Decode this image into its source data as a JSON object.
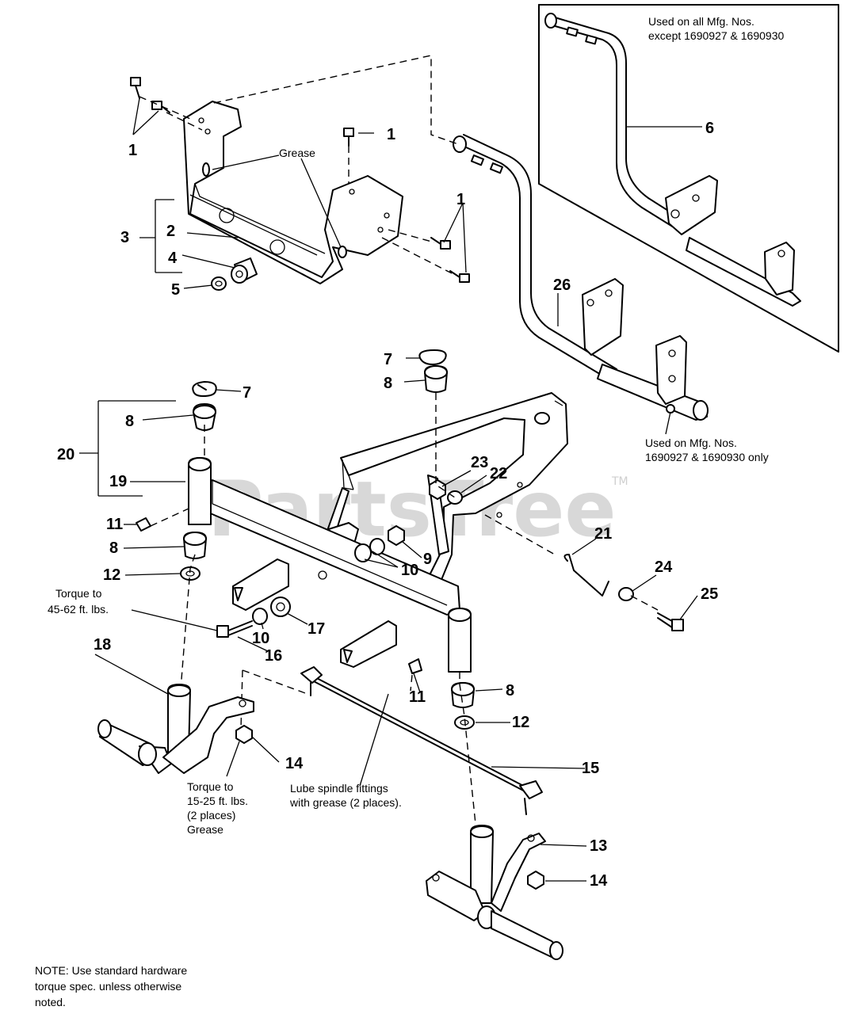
{
  "watermark": {
    "text": "PartsTree",
    "tm": "TM"
  },
  "labels": {
    "grease": "Grease",
    "used_all_1": "Used on all Mfg. Nos.",
    "used_all_2": "except 1690927 & 1690930",
    "used_only_1": "Used on Mfg. Nos.",
    "used_only_2": "1690927 & 1690930 only",
    "torque_a_1": "Torque to",
    "torque_a_2": "45-62 ft. lbs.",
    "torque_b_1": "Torque to",
    "torque_b_2": "15-25 ft. lbs.",
    "torque_b_3": "(2 places)",
    "torque_b_4": "Grease",
    "lube_1": "Lube spindle fittings",
    "lube_2": "with grease (2 places).",
    "note_1": "NOTE: Use standard hardware",
    "note_2": "torque spec. unless otherwise",
    "note_3": "noted."
  },
  "callouts": {
    "c1a": "1",
    "c1b": "1",
    "c1c": "1",
    "c2": "2",
    "c3": "3",
    "c4": "4",
    "c5": "5",
    "c6": "6",
    "c7a": "7",
    "c7b": "7",
    "c8a": "8",
    "c8b": "8",
    "c8c": "8",
    "c8d": "8",
    "c9": "9",
    "c10a": "10",
    "c10b": "10",
    "c11a": "11",
    "c11b": "11",
    "c12a": "12",
    "c12b": "12",
    "c13": "13",
    "c14a": "14",
    "c14b": "14",
    "c15": "15",
    "c16": "16",
    "c17": "17",
    "c18": "18",
    "c19": "19",
    "c20": "20",
    "c21": "21",
    "c22": "22",
    "c23": "23",
    "c24": "24",
    "c25": "25",
    "c26": "26"
  }
}
